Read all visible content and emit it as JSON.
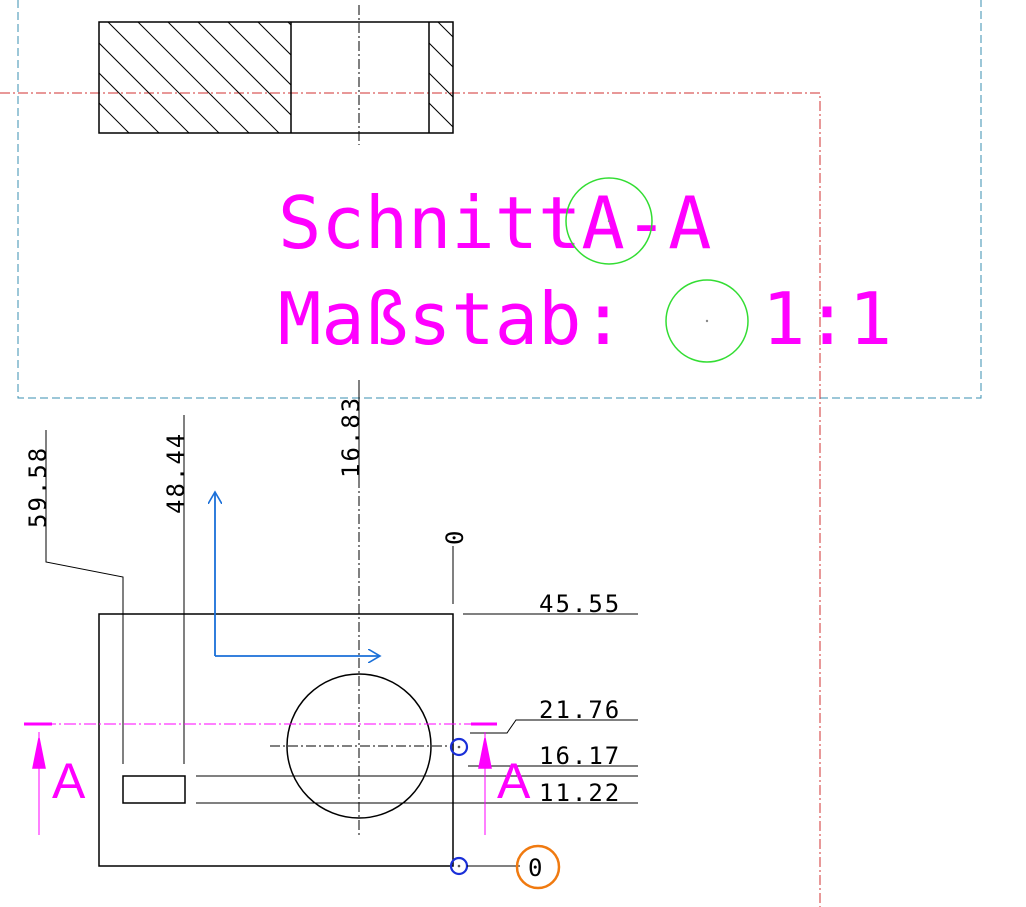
{
  "section_view": {
    "title_line1": "SchnittA-A",
    "title_line2": "Maßstab:",
    "scale_value": "1:1"
  },
  "section_marker": {
    "left_letter": "A",
    "right_letter": "A"
  },
  "ordinate_dimensions": {
    "horizontal": [
      "59.58",
      "48.44",
      "16.83",
      "0"
    ],
    "vertical": [
      "45.55",
      "21.76",
      "16.17",
      "11.22",
      "0"
    ]
  },
  "colors": {
    "annotation": "#ff00ff",
    "axis": "#1a6fd8",
    "frame_dashed": "#3a8fb0",
    "frame_dashdot": "#d03030",
    "snap_circle": "#33dd33",
    "point_marker": "#1a2fd8",
    "origin_marker": "#f07a10"
  }
}
